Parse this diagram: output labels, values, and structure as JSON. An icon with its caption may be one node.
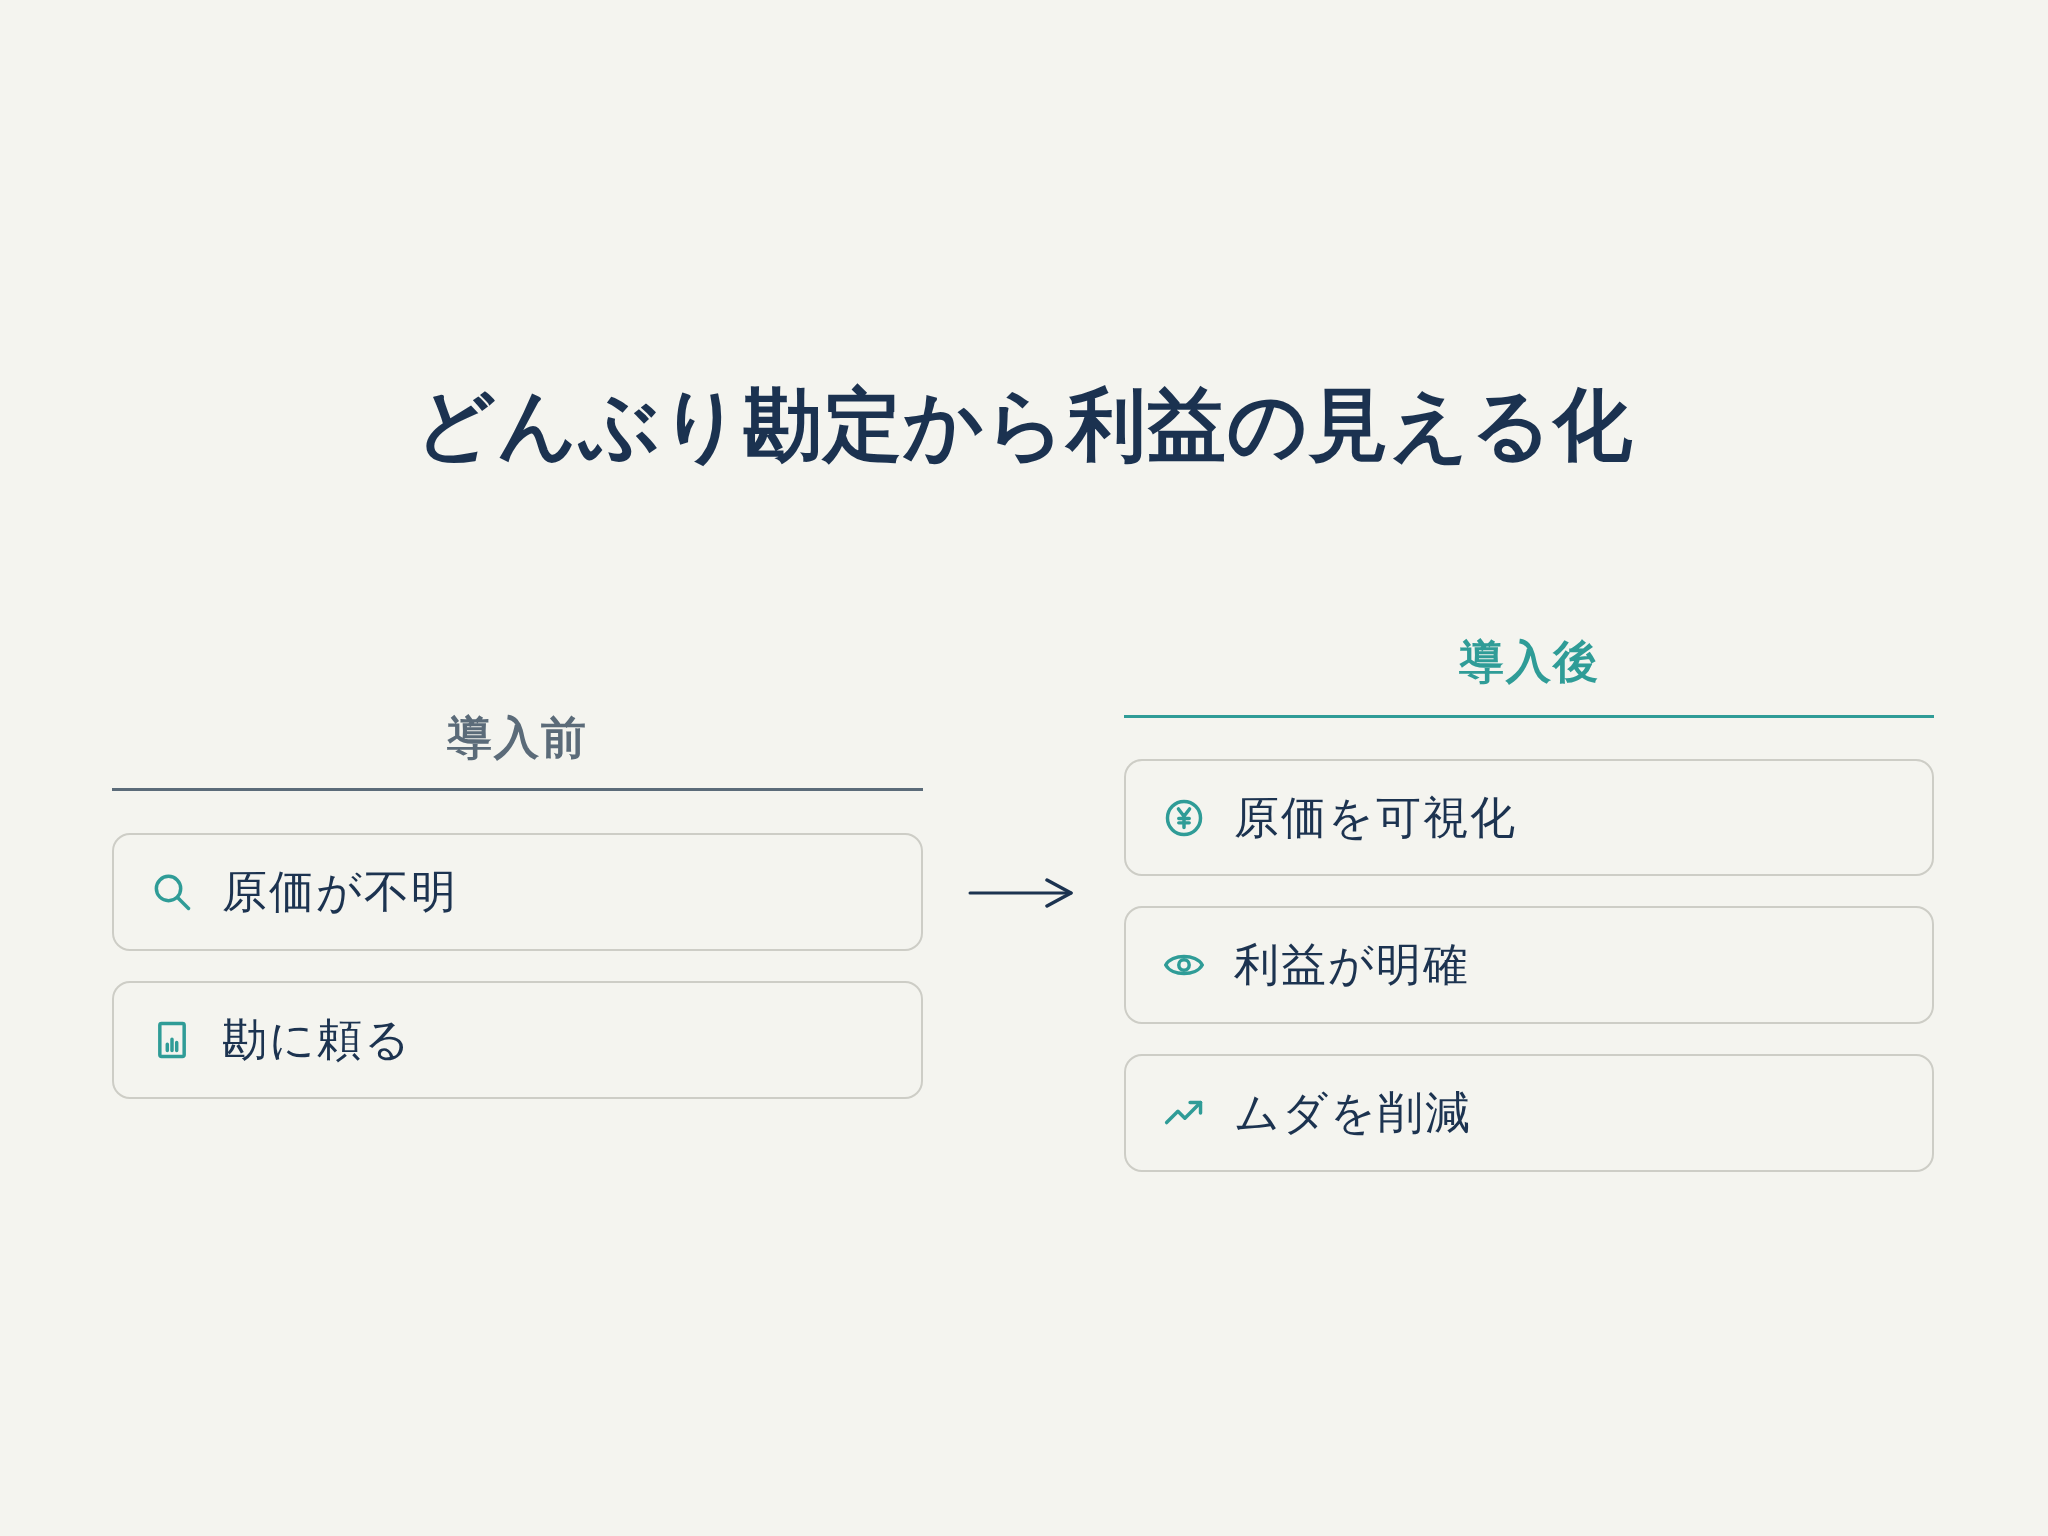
{
  "diagram": {
    "title": "どんぶり勘定から利益の見える化",
    "nodes": [
      {
        "text": [
          "原価が不明"
        ]
      },
      {
        "text": [
          "勘に頼る"
        ]
      },
      {
        "text": [
          "原価を可視化"
        ]
      },
      {
        "text": [
          "利益が明確"
        ]
      },
      {
        "text": [
          "ムダを削減"
        ]
      }
    ],
    "labels": [
      "導入前",
      "導入後"
    ]
  }
}
